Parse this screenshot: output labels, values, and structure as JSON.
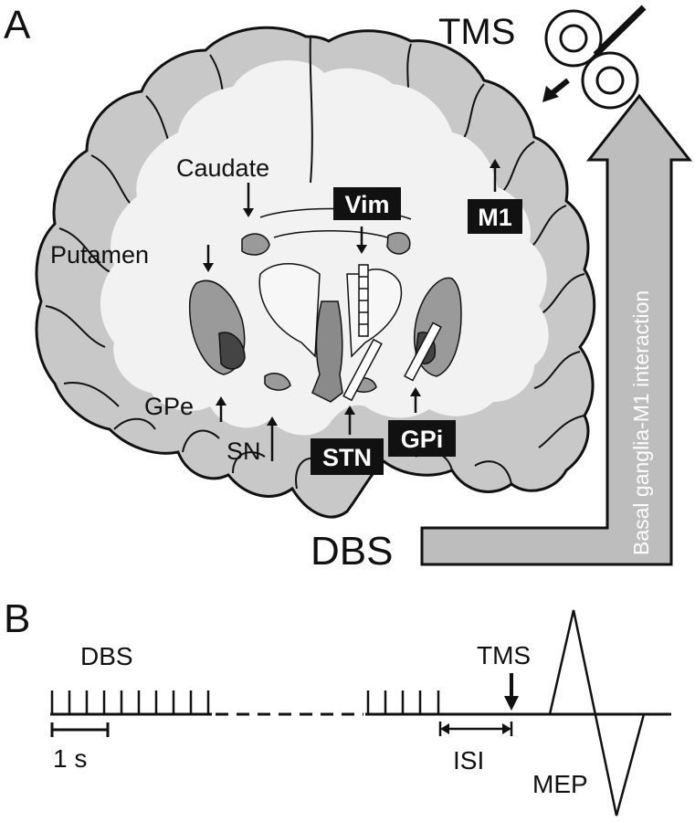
{
  "panel_a": {
    "panel_label": "A",
    "labels": {
      "tms": "TMS",
      "caudate": "Caudate",
      "putamen": "Putamen",
      "gpe": "GPe",
      "sn": "SN",
      "dbs": "DBS",
      "interaction": "Basal ganglia-M1 interaction"
    },
    "boxed_labels": {
      "vim": "Vim",
      "m1": "M1",
      "stn": "STN",
      "gpi": "GPi"
    }
  },
  "panel_b": {
    "panel_label": "B",
    "dbs": "DBS",
    "tms": "TMS",
    "scale": "1 s",
    "isi": "ISI",
    "mep": "MEP"
  },
  "colors": {
    "brain_outline": "#111111",
    "brain_fill": "#c8c8c8",
    "white_matter": "#f2f2f2",
    "nucleus_gray": "#8a8a8a",
    "label_box": "#111111",
    "big_arrow": "#bdbdbd"
  }
}
